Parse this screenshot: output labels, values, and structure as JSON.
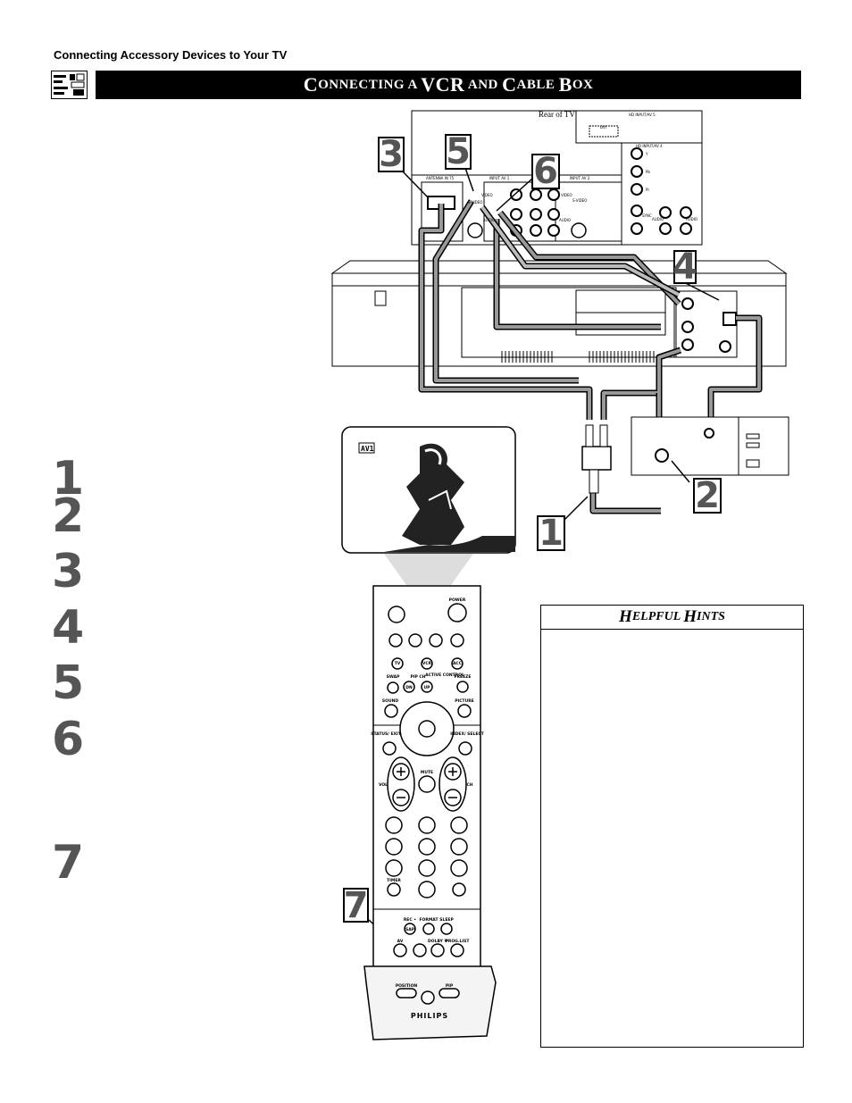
{
  "header": {
    "section_label": "Connecting Accessory Devices to Your TV",
    "title_parts": [
      "C",
      "ONNECTING A ",
      "VCR",
      " AND ",
      "C",
      "ABLE ",
      "B",
      "OX"
    ]
  },
  "steps": [
    "1",
    "2",
    "3",
    "4",
    "5",
    "6",
    "7"
  ],
  "diagram": {
    "rear_of_tv_label": "Rear of TV",
    "panel_labels": {
      "hd_input_av5": "HD INPUT/AV 5",
      "dvi": "DVI",
      "hd_input_av4": "HD INPUT/AV 4",
      "antenna": "ANTENNA IN 75",
      "input_av1": "INPUT AV 1",
      "input_av2": "INPUT AV 2",
      "video": "VIDEO",
      "s_video": "S-VIDEO",
      "audio": "AUDIO",
      "y": "Y",
      "pb": "Pb",
      "pr": "Pr",
      "sync": "SYNC"
    },
    "callouts": [
      "1",
      "2",
      "3",
      "4",
      "5",
      "6",
      "7"
    ],
    "screen_label": "AV1"
  },
  "remote": {
    "brand": "PHILIPS",
    "labels": {
      "power": "POWER",
      "tv": "TV",
      "vcr": "VCR",
      "acc": "ACC",
      "swap": "SWAP",
      "pip_ch": "PIP CH",
      "active_control": "ACTIVE CONTROL",
      "freeze": "FREEZE",
      "dn": "DN",
      "up": "UP",
      "sound": "SOUND",
      "picture": "PICTURE",
      "status_exit": "STATUS/ EXIT",
      "index_select": "INDEX/ SELECT",
      "mute": "MUTE",
      "vol": "VOL",
      "ch": "CH",
      "timer": "TIMER",
      "rec": "REC •",
      "format": "FORMAT",
      "sleep": "SLEEP",
      "sap": "SAP",
      "av": "AV",
      "dolby": "DOLBY V",
      "prog_list": "PROG.LIST",
      "position": "POSITION",
      "pip": "PIP"
    }
  },
  "hints": {
    "title_parts": [
      "H",
      "ELPFUL ",
      "H",
      "INTS"
    ]
  }
}
